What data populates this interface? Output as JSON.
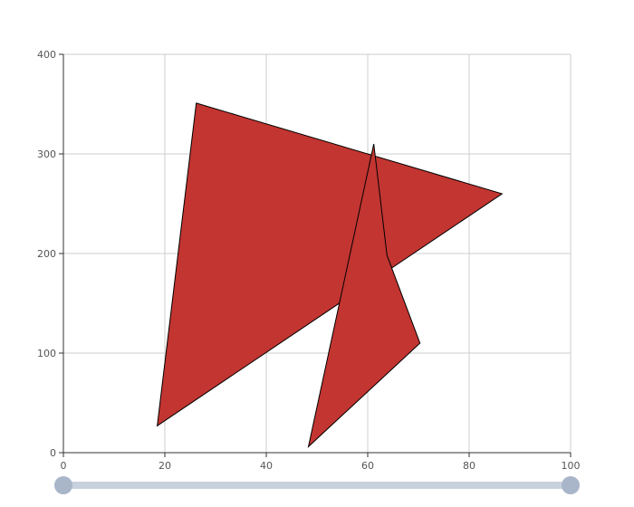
{
  "chart_data": {
    "type": "area",
    "title": "",
    "xlabel": "",
    "ylabel": "",
    "xlim": [
      0,
      100
    ],
    "ylim": [
      0,
      400
    ],
    "x_ticks": [
      "0",
      "20",
      "40",
      "60",
      "80",
      "100"
    ],
    "y_ticks": [
      "0",
      "100",
      "200",
      "300",
      "400"
    ],
    "grid": true,
    "fill_color": "#c23531",
    "stroke_color": "#000000",
    "series": [
      {
        "points": [
          [
            26.2,
            351
          ],
          [
            86.5,
            260
          ],
          [
            18.5,
            27
          ],
          [
            26.2,
            351
          ]
        ]
      },
      {
        "points": [
          [
            61.2,
            310
          ],
          [
            63.8,
            198
          ],
          [
            70.3,
            110
          ],
          [
            48.3,
            6
          ],
          [
            61.2,
            310
          ]
        ]
      }
    ],
    "zoom_slider": {
      "start": 0,
      "end": 100
    }
  }
}
